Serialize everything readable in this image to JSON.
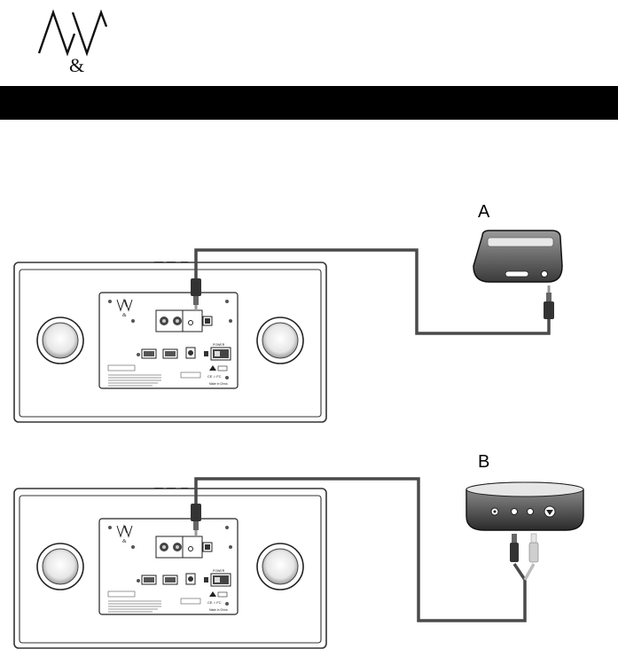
{
  "brand": {
    "logo_mark": "AW",
    "logo_symbol": "&"
  },
  "header_bar": {
    "text": ""
  },
  "labels": {
    "a": "A",
    "b": "B"
  },
  "panel": {
    "logo_mark": "AW",
    "logo_symbol": "&",
    "power_label": "POWER",
    "made_in": "Made in China"
  },
  "icons": [
    "logo-icon",
    "speaker-icon",
    "dock-device-icon",
    "cd-player-icon",
    "cable-icon"
  ],
  "colors": {
    "bar": "#000000",
    "cable": "#4a4a4a",
    "line": "#222222"
  }
}
